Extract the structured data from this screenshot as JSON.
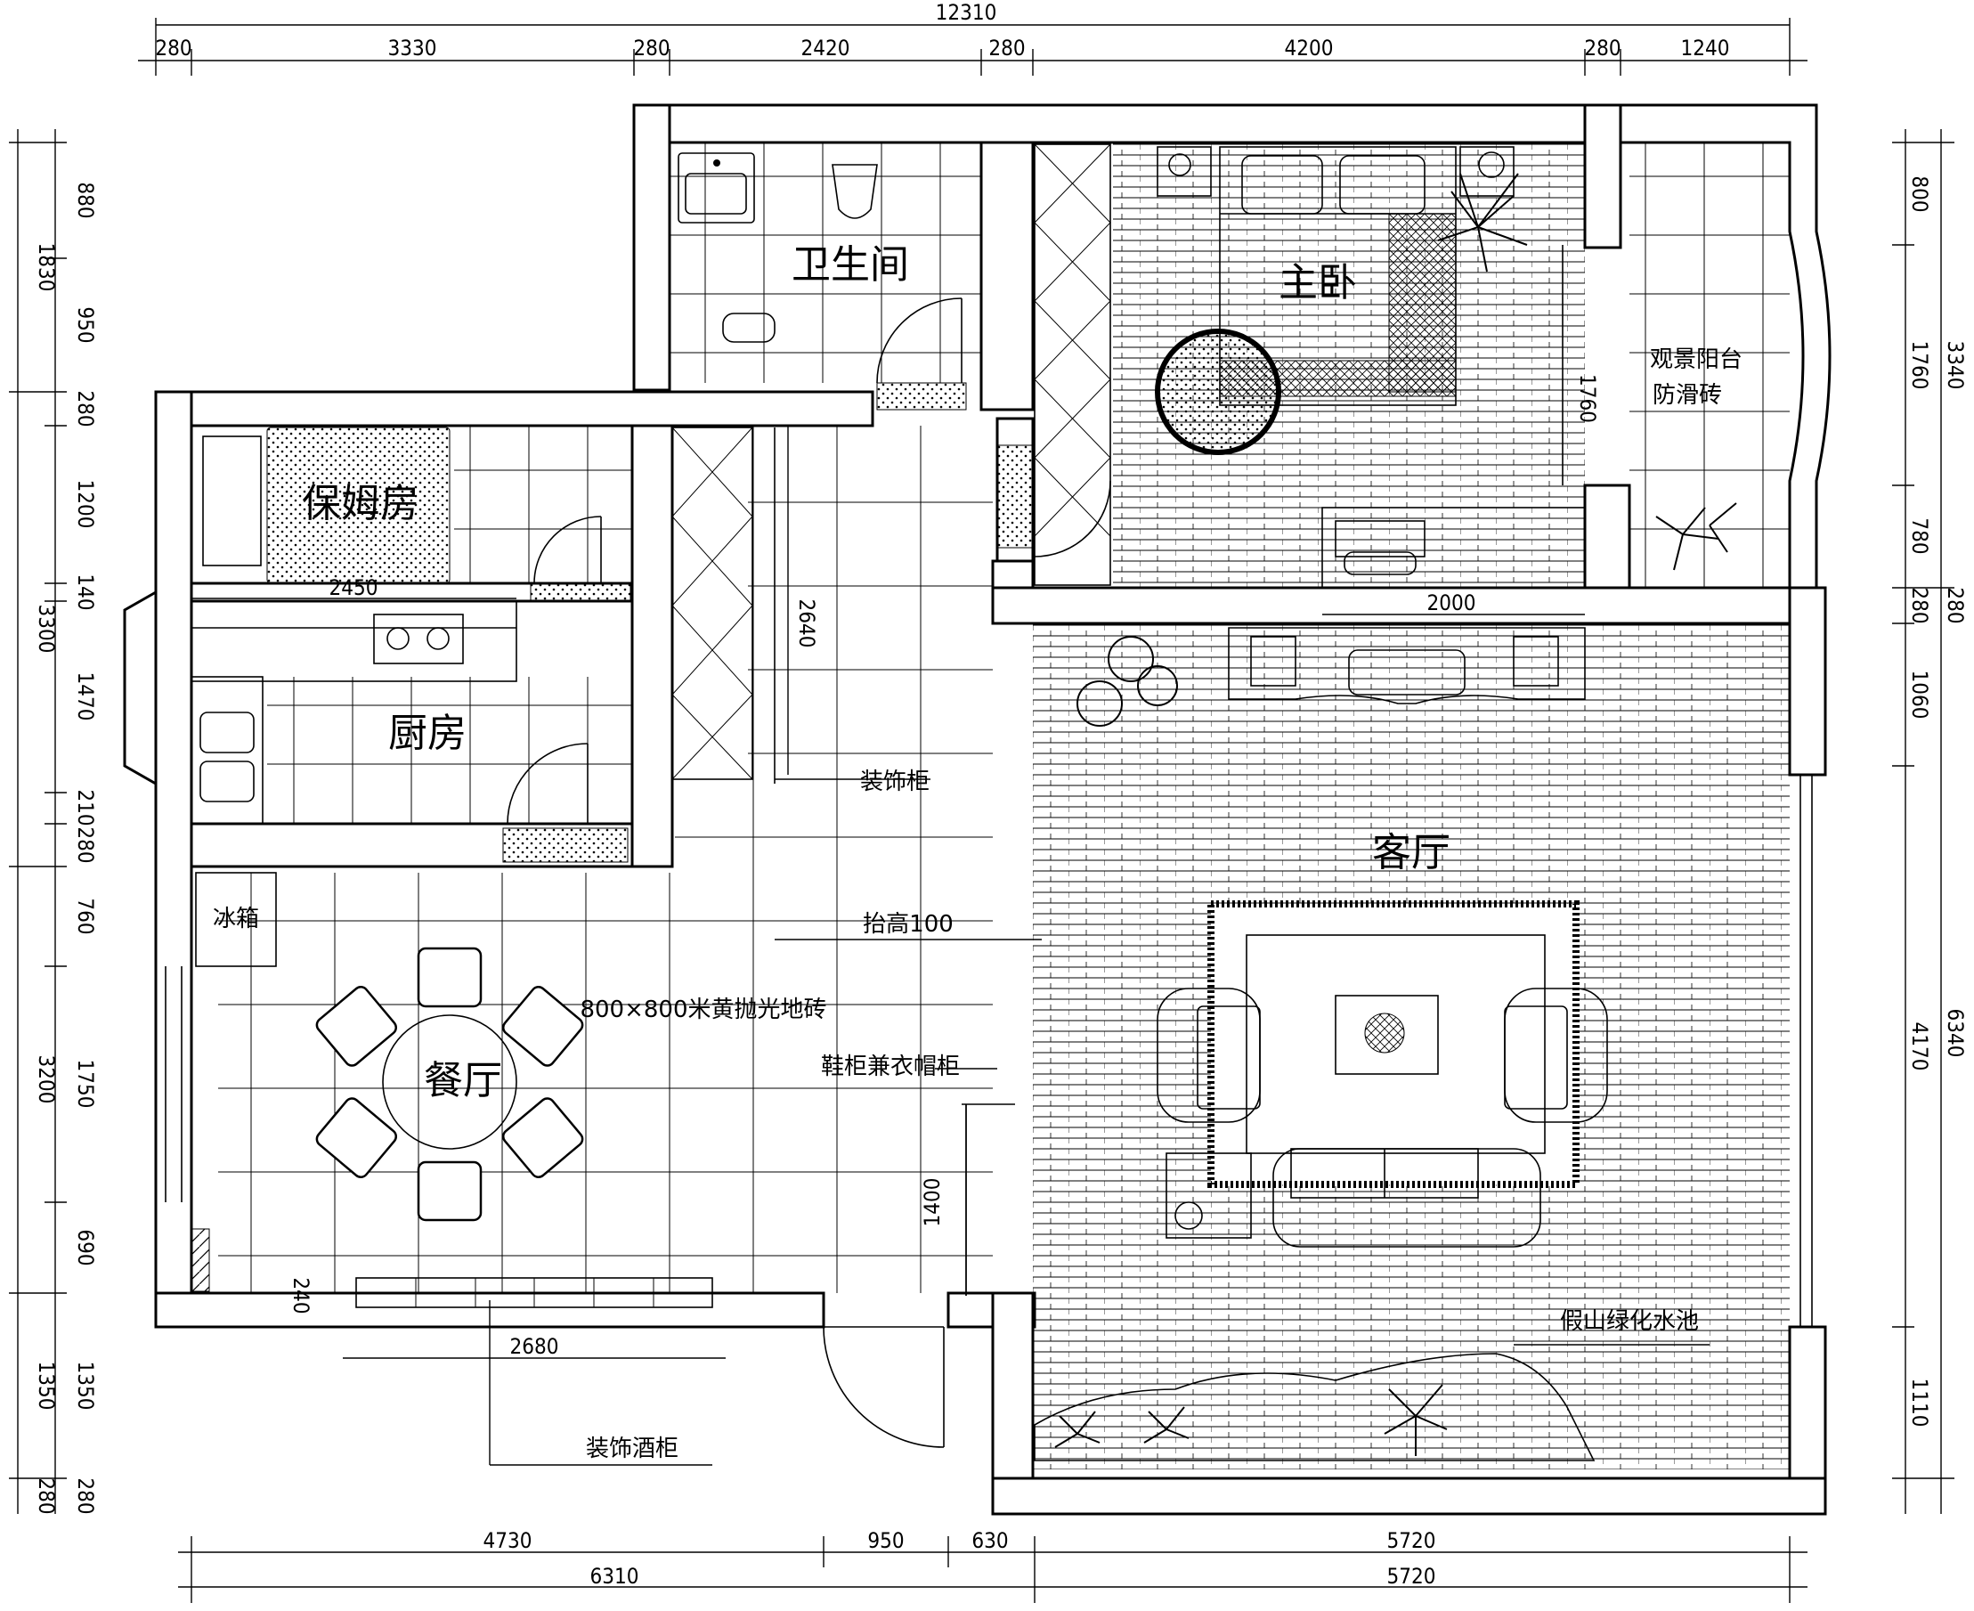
{
  "plan": {
    "dims_top": {
      "overall": "12310",
      "segments": [
        "280",
        "3330",
        "280",
        "2420",
        "280",
        "4200",
        "280",
        "1240"
      ]
    },
    "dims_bottom": {
      "row1": [
        "4730",
        "950",
        "630",
        "5720"
      ],
      "row2": [
        "6310",
        "5720"
      ]
    },
    "dims_left": {
      "outer": [
        "1830",
        "3300",
        "3200",
        "1350",
        "280"
      ],
      "inner": [
        "880",
        "950",
        "280",
        "1200",
        "140",
        "1470",
        "210",
        "280",
        "760",
        "1750",
        "690",
        "1350",
        "280"
      ]
    },
    "dims_right": {
      "outer": [
        "3340",
        "6340"
      ],
      "inner": [
        "800",
        "1760",
        "780",
        "280",
        "280",
        "1060",
        "4170",
        "1110"
      ]
    },
    "dims_internal": {
      "bed_length": "1760",
      "tv_cabinet": "2000",
      "corridor": "2640",
      "kitchen_counter": "2450",
      "shoe_cabinet": "1400",
      "wine_cabinet": "2680",
      "wall_thickness": "240"
    },
    "rooms": {
      "bathroom": "卫生间",
      "master_bedroom": "主卧",
      "balcony_line1": "观景阳台",
      "balcony_line2": "防滑砖",
      "nanny_room": "保姆房",
      "kitchen": "厨房",
      "living_room": "客厅",
      "dining_room": "餐厅",
      "fridge": "冰箱"
    },
    "annotations": {
      "decor_cabinet": "装饰柜",
      "raised": "抬高100",
      "floor_tile": "800×800米黄抛光地砖",
      "shoe_cabinet": "鞋柜兼衣帽柜",
      "rockery_pond": "假山绿化水池",
      "wine_cabinet": "装饰酒柜"
    }
  }
}
